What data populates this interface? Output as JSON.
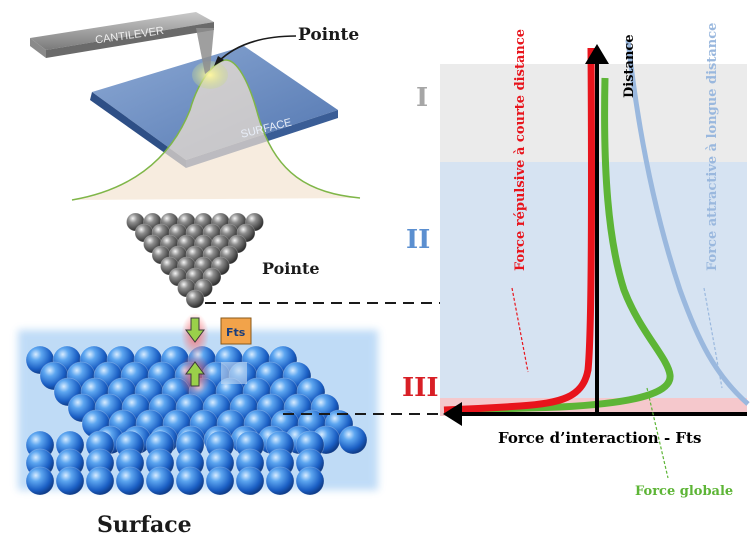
{
  "cantilever_label": "CANTILEVER",
  "surface_label_small": "SURFACE",
  "tip_label_top": "Pointe",
  "tip_label_mid": "Pointe",
  "fts_badge": "Fts",
  "surface_caption": "Surface",
  "region_labels": [
    "I",
    "II",
    "III"
  ],
  "axis_y_label": "Distance",
  "axis_x_label": "Force d’interaction - Fts",
  "curve_labels": {
    "repulsive": "Force répulsive à courte distance",
    "attractive": "Force attractive à longue distance",
    "global": "Force globale"
  },
  "colors": {
    "region_I": "#ebebeb",
    "region_II": "#d6e3f2",
    "region_III": "#f5c8cc",
    "repulsive": "#e8141c",
    "attractive": "#9ab8de",
    "global": "#5db536",
    "region_I_text": "#a6a6a6",
    "region_II_text": "#5b8fd0",
    "region_III_text": "#d81f26",
    "sphere": "#2f78d6"
  }
}
